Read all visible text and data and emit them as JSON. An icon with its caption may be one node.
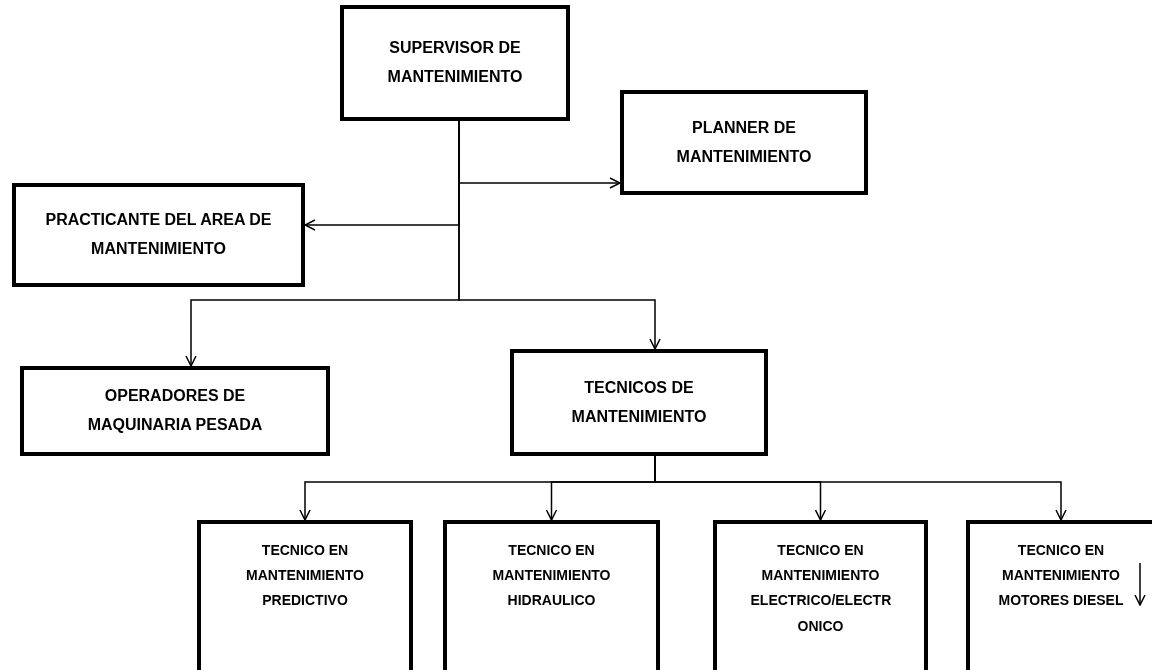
{
  "diagram": {
    "nodes": [
      {
        "text": [
          "SUPERVISOR DE MANTENIMIENTO"
        ]
      },
      {
        "text": [
          "PLANNER DE MANTENIMIENTO"
        ]
      },
      {
        "text": [
          "PRACTICANTE DEL AREA DE  MANTENIMIENTO"
        ]
      },
      {
        "text": [
          "OPERADORES DE MAQUINARIA PESADA"
        ]
      },
      {
        "text": [
          "TECNICOS DE MANTENIMIENTO"
        ]
      },
      {
        "text": [
          "TECNICO EN MANTENIMIENTO PREDICTIVO"
        ]
      },
      {
        "text": [
          "TECNICO EN MANTENIMIENTO HIDRAULICO"
        ]
      },
      {
        "text": [
          "TECNICO EN MANTENIMIENTO ELECTRICO/ELECTR ONICO"
        ]
      },
      {
        "text": [
          "TECNICO EN MANTENIMIENTO MOTORES  DIESEL"
        ]
      }
    ],
    "edges": [
      {
        "from": 0,
        "to": 1,
        "arrow": "to"
      },
      {
        "from": 0,
        "to": 2,
        "arrow": "to"
      },
      {
        "from": 0,
        "to": 3,
        "arrow": "to"
      },
      {
        "from": 0,
        "to": 4,
        "arrow": "to"
      },
      {
        "from": 4,
        "to": 5,
        "arrow": "to"
      },
      {
        "from": 4,
        "to": 6,
        "arrow": "to"
      },
      {
        "from": 4,
        "to": 7,
        "arrow": "to"
      },
      {
        "from": 4,
        "to": 8,
        "arrow": "to"
      },
      {
        "from": null,
        "to": 8,
        "arrow": "to"
      }
    ]
  }
}
